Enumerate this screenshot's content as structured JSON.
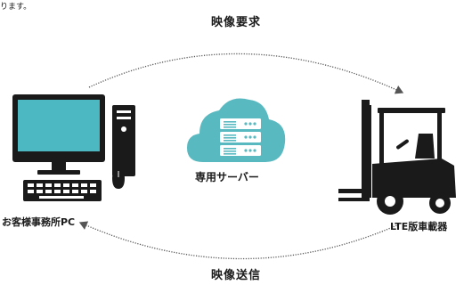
{
  "fragment_text": "ります。",
  "arrow_top_label": "映像要求",
  "arrow_bottom_label": "映像送信",
  "nodes": {
    "pc": {
      "label": "お客様事務所PC",
      "icon": "desktop-pc-icon"
    },
    "server": {
      "label": "専用サーバー",
      "icon": "cloud-server-icon"
    },
    "forklift": {
      "label": "LTE版車載器",
      "icon": "forklift-icon"
    }
  },
  "colors": {
    "screen": "#4bb8c2",
    "cloud": "#59b9c0",
    "dark": "#1a1a1a",
    "arrow": "#555555"
  }
}
